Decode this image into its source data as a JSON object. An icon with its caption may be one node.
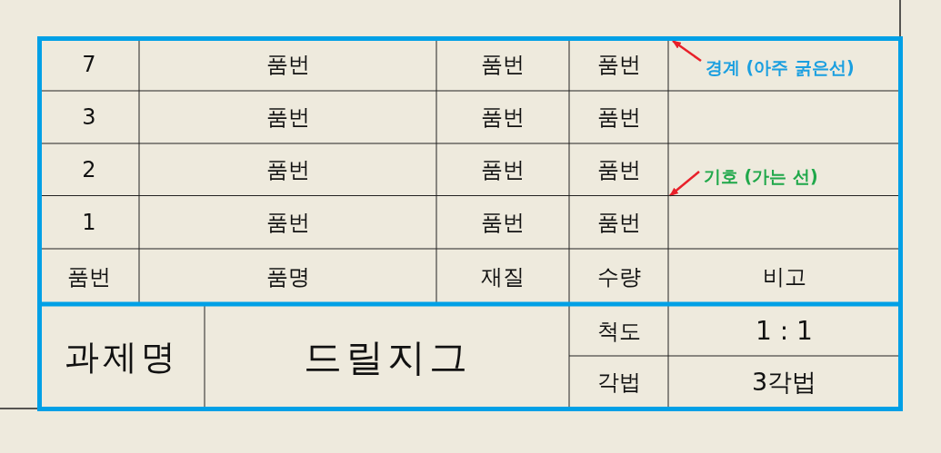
{
  "diagram": {
    "nodes": [
      {
        "text": [],
        "shape": "box"
      },
      {
        "text": [
          "경계 (아주 굵은선)"
        ],
        "in": 0
      },
      {
        "text": [
          "기호 (가는 선)"
        ],
        "in": 0
      },
      {
        "text": [],
        "shape": "line",
        "in": 0
      }
    ],
    "edges": [
      {
        "from": 1,
        "to": 0,
        "arrow": "to"
      },
      {
        "from": 2,
        "to": 3,
        "arrow": "to"
      }
    ],
    "labels": [
      "7",
      "품번",
      "품번",
      "품번",
      "3",
      "품번",
      "품번",
      "품번",
      "2",
      "품번",
      "품번",
      "품번",
      "1",
      "품번",
      "품번",
      "품번",
      "품번",
      "품명",
      "재질",
      "수량",
      "비고",
      "과제명",
      "드릴지그",
      "척도",
      "1 : 1",
      "각법",
      "3각법"
    ]
  }
}
